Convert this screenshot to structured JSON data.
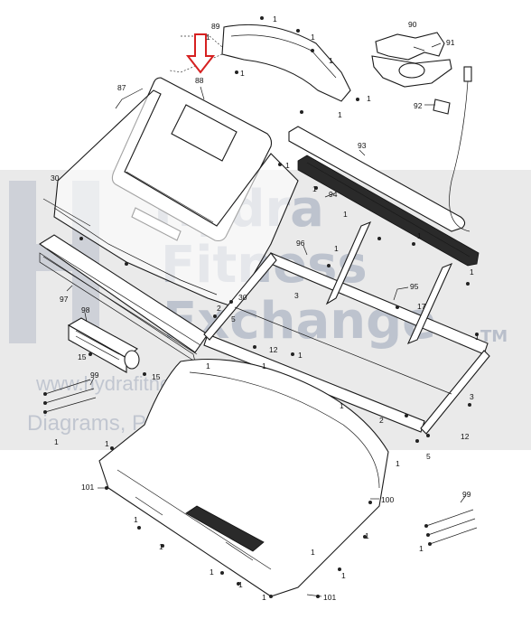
{
  "watermark": {
    "line1": "Hydra",
    "line2": "Fitness",
    "line3": "Exchange",
    "tm": "TM",
    "url": "www.hydrafitnessexchange.com",
    "tagline": "Diagrams, Parts Lists, and More"
  },
  "labels": {
    "n1": "1",
    "n2": "2",
    "n3": "3",
    "n5": "5",
    "n12": "12",
    "n15": "15",
    "n17": "17",
    "n30": "30",
    "n87": "87",
    "n88": "88",
    "n89": "89",
    "n90": "90",
    "n91": "91",
    "n92": "92",
    "n93": "93",
    "n94": "94",
    "n95": "95",
    "n96": "96",
    "n97": "97",
    "n98": "98",
    "n99": "99",
    "n100": "100",
    "n101": "101"
  },
  "colors": {
    "arrow": "#d62020",
    "watermark_band": "#d9d9d9",
    "watermark_text": "#9aa4b8"
  }
}
